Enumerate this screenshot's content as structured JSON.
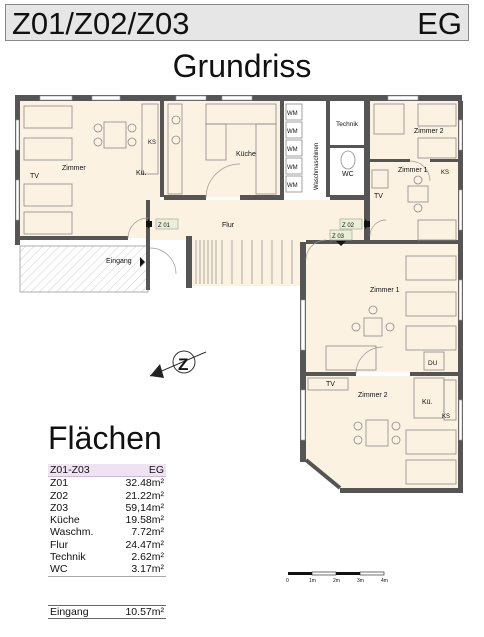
{
  "header": {
    "left": "Z01/Z02/Z03",
    "right": "EG"
  },
  "title": "Grundriss",
  "rooms": {
    "zimmer_z01": "Zimmer",
    "ku_z01": "Kü.",
    "ks_z01": "KS",
    "tv_z01": "TV",
    "kueche": "Küche",
    "wm1": "WM",
    "wm2": "WM",
    "wm3": "WM",
    "wm4": "WM",
    "wm5": "WM",
    "waschmaschinen": "Waschmaschinen",
    "technik": "Technik",
    "wc": "WC",
    "zimmer2_top": "Zimmer 2",
    "zimmer1_top": "Zimmer 1",
    "ks_top": "KS",
    "tv_top": "TV",
    "flur": "Flur",
    "eingang": "Eingang",
    "zimmer1_big": "Zimmer 1",
    "du": "DU",
    "tv_bottom": "TV",
    "zimmer2_bottom": "Zimmer 2",
    "ku_bottom": "Kü.",
    "ks_bottom": "KS"
  },
  "tags": {
    "z01": "Z 01",
    "z02": "Z 02",
    "z03": "Z 03"
  },
  "compass": "Z",
  "scale": {
    "labels": [
      "0",
      "1m",
      "2m",
      "3m",
      "4m"
    ]
  },
  "areas": {
    "title": "Flächen",
    "head": {
      "label": "Z01-Z03",
      "value": "EG"
    },
    "rows": [
      {
        "label": "Z01",
        "value": "32.48m²"
      },
      {
        "label": "Z02",
        "value": "21.22m²"
      },
      {
        "label": "Z03",
        "value": "59,14m²"
      },
      {
        "label": "Küche",
        "value": "19.58m²"
      },
      {
        "label": "Waschm.",
        "value": "7.72m²"
      },
      {
        "label": "Flur",
        "value": "24.47m²"
      },
      {
        "label": "Technik",
        "value": "2.62m²"
      },
      {
        "label": "WC",
        "value": "3.17m²"
      }
    ],
    "eingang": {
      "label": "Eingang",
      "value": "10.57m²"
    }
  }
}
